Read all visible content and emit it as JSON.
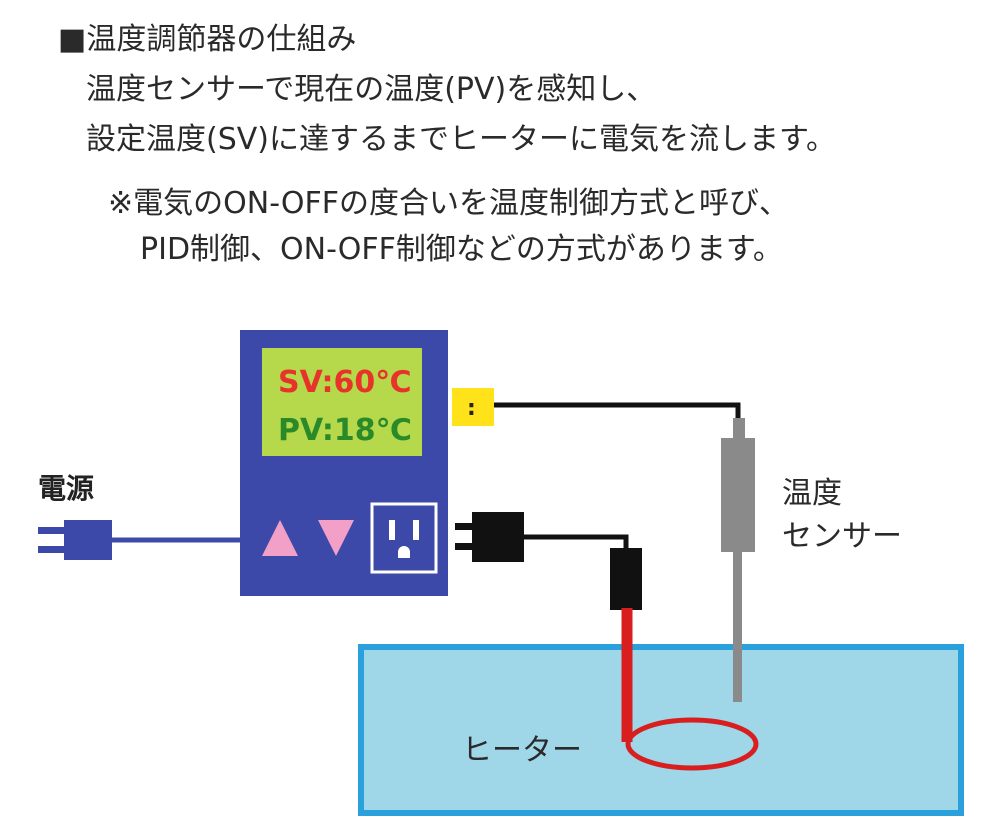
{
  "text": {
    "heading": "■温度調節器の仕組み",
    "line1": "温度センサーで現在の温度(PV)を感知し、",
    "line2": "設定温度(SV)に達するまでヒーターに電気を流します。",
    "note1": "※電気のON-OFFの度合いを温度制御方式と呼び、",
    "note2": "PID制御、ON-OFF制御などの方式があります。"
  },
  "diagram": {
    "power_label": "電源",
    "sv_display": "SV:60℃",
    "pv_display": "PV:18℃",
    "sensor_connector_label": ":",
    "sensor_label_line1": "温度",
    "sensor_label_line2": "センサー",
    "heater_label": "ヒーター"
  },
  "colors": {
    "controller_body": "#3d49a8",
    "display_bg": "#b5d94a",
    "sv_text": "#e8332a",
    "pv_text": "#2a8a2a",
    "arrow_buttons": "#f2a0c8",
    "tank_fill": "#9fd6e8",
    "tank_border": "#2aa0dc",
    "heater_wire": "#d81e1e",
    "sensor_probe": "#8a8a8a",
    "connector_yellow": "#ffe21a"
  }
}
